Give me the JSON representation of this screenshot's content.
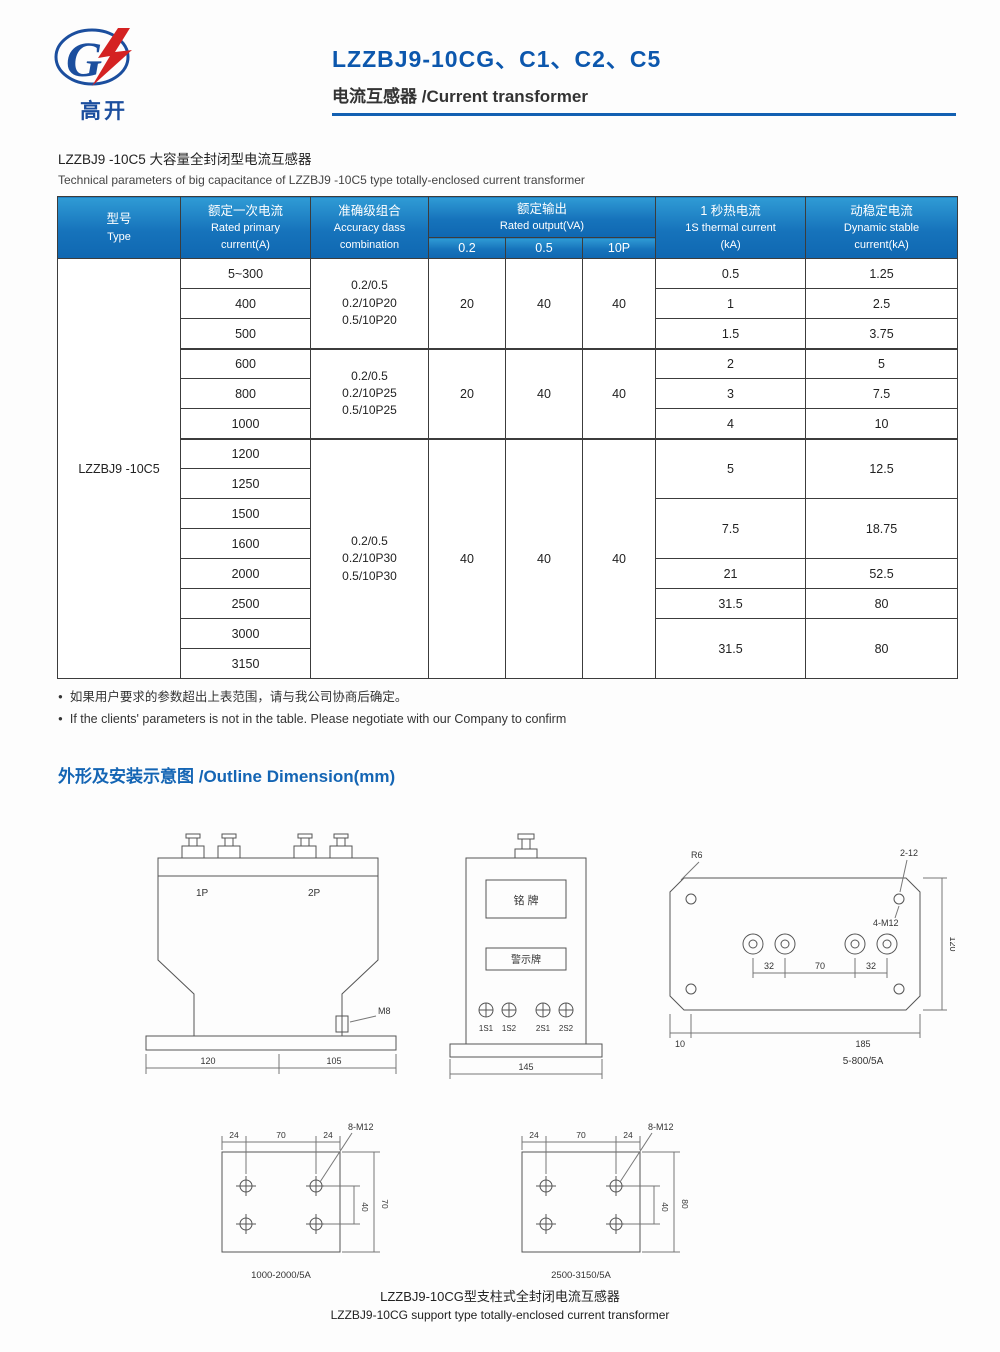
{
  "header": {
    "logo_g": "G",
    "logo_cn": "高开",
    "title": "LZZBJ9-10CG、C1、C2、C5",
    "subtitle": "电流互感器 /Current transformer"
  },
  "intro": {
    "cn": "LZZBJ9 -10C5 大容量全封闭型电流互感器",
    "en": "Technical parameters of big capacitance of LZZBJ9 -10C5 type totally-enclosed current transformer"
  },
  "table": {
    "headers": {
      "type_cn": "型号",
      "type_en": "Type",
      "primary_cn": "额定一次电流",
      "primary_en1": "Rated primary",
      "primary_en2": "current(A)",
      "accuracy_cn": "准确级组合",
      "accuracy_en1": "Accuracy dass",
      "accuracy_en2": "combination",
      "output_cn": "额定输出",
      "output_en": "Rated output(VA)",
      "sub_02": "0.2",
      "sub_05": "0.5",
      "sub_10p": "10P",
      "thermal_cn": "1 秒热电流",
      "thermal_en1": "1S thermal current",
      "thermal_en2": "(kA)",
      "dynamic_cn": "动稳定电流",
      "dynamic_en1": "Dynamic stable",
      "dynamic_en2": "current(kA)"
    },
    "type_value": "LZZBJ9 -10C5",
    "currents": [
      "5~300",
      "400",
      "500",
      "600",
      "800",
      "1000",
      "1200",
      "1250",
      "1500",
      "1600",
      "2000",
      "2500",
      "3000",
      "3150"
    ],
    "acc1": [
      "0.2/0.5",
      "0.2/10P20",
      "0.5/10P20"
    ],
    "acc2": [
      "0.2/0.5",
      "0.2/10P25",
      "0.5/10P25"
    ],
    "acc3": [
      "0.2/0.5",
      "0.2/10P30",
      "0.5/10P30"
    ],
    "out1": [
      "20",
      "40",
      "40"
    ],
    "out2": [
      "20",
      "40",
      "40"
    ],
    "out3": [
      "40",
      "40",
      "40"
    ],
    "thermal": [
      "0.5",
      "1",
      "1.5",
      "2",
      "3",
      "4",
      "5",
      "7.5",
      "21",
      "31.5",
      "31.5"
    ],
    "dynamic": [
      "1.25",
      "2.5",
      "3.75",
      "5",
      "7.5",
      "10",
      "12.5",
      "18.75",
      "52.5",
      "80",
      "80"
    ]
  },
  "notes": {
    "bullet": "●",
    "cn": "如果用户要求的参数超出上表范围，请与我公司协商后确定。",
    "en": "If the clients' parameters is not in the table. Please negotiate with our Company to confirm"
  },
  "outline": {
    "title": "外形及安装示意图 /Outline Dimension(mm)",
    "front": {
      "p1": "1P",
      "p2": "2P",
      "m8": "M8",
      "d120": "120",
      "d105": "105"
    },
    "side": {
      "plate1": "铭  牌",
      "plate2": "警示牌",
      "t1": "1S1",
      "t2": "1S2",
      "t3": "2S1",
      "t4": "2S2",
      "d145": "145"
    },
    "top": {
      "r6": "R6",
      "holes2": "2-12",
      "m12": "4-M12",
      "d32a": "32",
      "d70": "70",
      "d32b": "32",
      "d120": "120",
      "d10": "10",
      "d185": "185",
      "caption": "5-800/5A"
    },
    "mount1": {
      "d24a": "24",
      "d70": "70",
      "d24b": "24",
      "m12": "8-M12",
      "dv1": "40",
      "dv2": "70",
      "caption": "1000-2000/5A"
    },
    "mount2": {
      "d24a": "24",
      "d70": "70",
      "d24b": "24",
      "m12": "8-M12",
      "dv1": "40",
      "dv2": "80",
      "caption": "2500-3150/5A"
    },
    "caption_cn": "LZZBJ9-10CG型支柱式全封闭电流互感器",
    "caption_en": "LZZBJ9-10CG support type totally-enclosed current transformer"
  }
}
